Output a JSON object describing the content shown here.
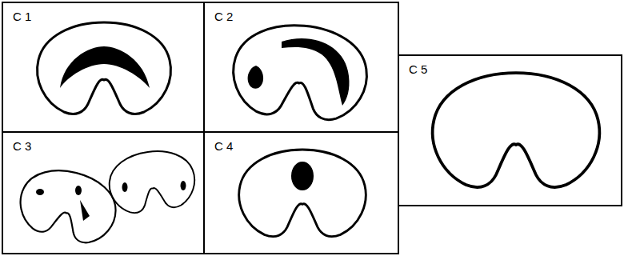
{
  "diagram": {
    "nodes": [
      {
        "text": [
          "C 1"
        ]
      },
      {
        "text": [
          "C 2"
        ]
      },
      {
        "text": [
          "C 3"
        ]
      },
      {
        "text": [
          "C 4"
        ]
      },
      {
        "text": [
          "C 5"
        ]
      }
    ]
  }
}
